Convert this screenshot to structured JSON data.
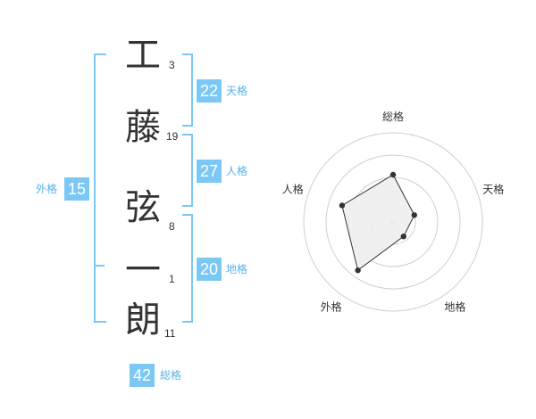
{
  "name_chars": [
    {
      "char": "工",
      "strokes": "3"
    },
    {
      "char": "藤",
      "strokes": "19"
    },
    {
      "char": "弦",
      "strokes": "8"
    },
    {
      "char": "一",
      "strokes": "1"
    },
    {
      "char": "朗",
      "strokes": "11"
    }
  ],
  "kaku": {
    "tenkaku": {
      "value": "22",
      "label": "天格"
    },
    "jinkaku": {
      "value": "27",
      "label": "人格"
    },
    "chikaku": {
      "value": "20",
      "label": "地格"
    },
    "gaikaku": {
      "value": "15",
      "label": "外格"
    },
    "soukaku": {
      "value": "42",
      "label": "総格"
    }
  },
  "colors": {
    "accent": "#7cc8f5",
    "label_text": "#58b2ea",
    "fill": "#eeeeee"
  },
  "chart_data": {
    "type": "radar",
    "axes": [
      "総格",
      "天格",
      "地格",
      "外格",
      "人格"
    ],
    "values": [
      0.53,
      0.25,
      0.2,
      0.67,
      0.6
    ],
    "rings": 4
  }
}
